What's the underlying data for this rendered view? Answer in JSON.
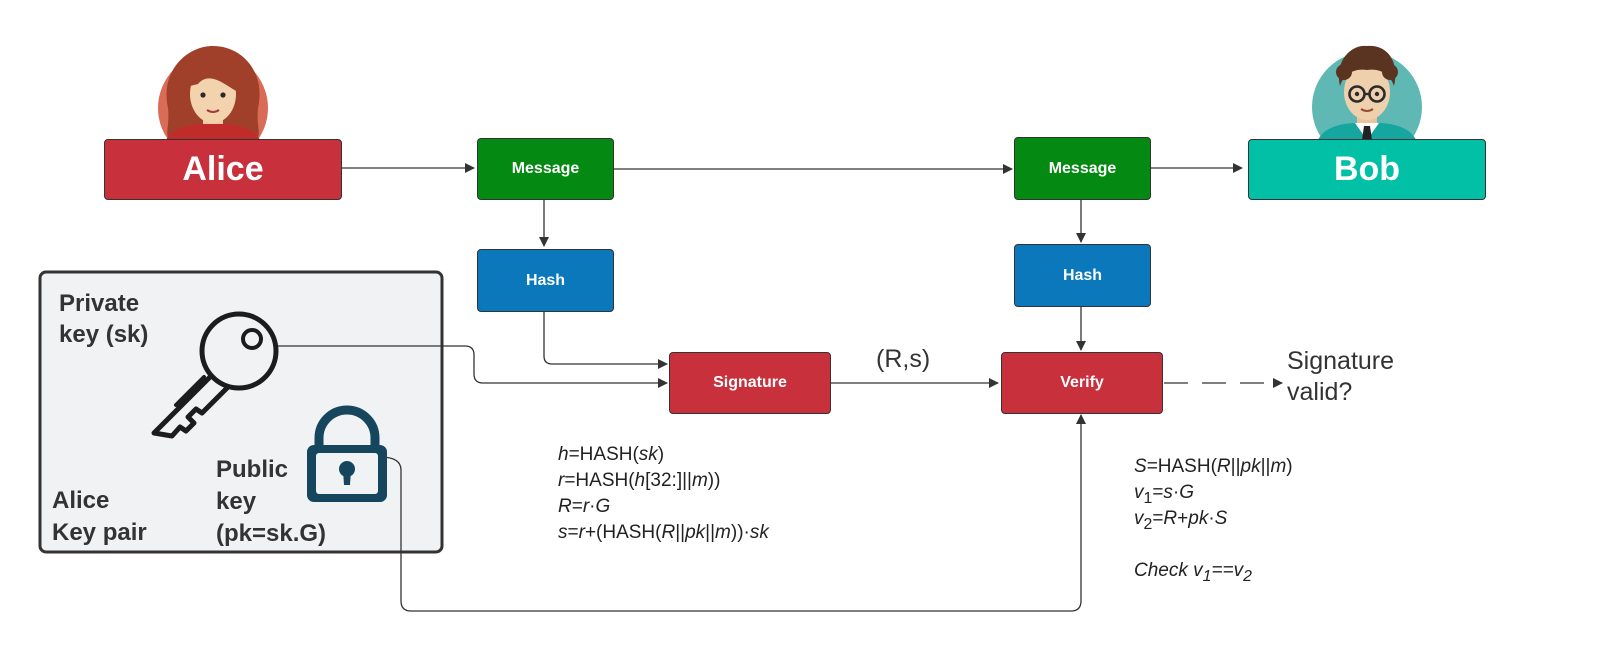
{
  "colors": {
    "alice": "#c8303c",
    "bob": "#02c0a5",
    "message": "#048a12",
    "hash": "#0a78ba",
    "signature": "#c8303c",
    "verify": "#c8303c",
    "keypair_bg": "#f1f2f4",
    "keypair_border": "#333333",
    "key_icon": "#1c1c1c",
    "lock_icon": "#16465e",
    "alice_avatar_bg": "#da6b57",
    "bob_avatar_bg": "#5fb8b3"
  },
  "participants": {
    "alice": "Alice",
    "bob": "Bob"
  },
  "nodes": {
    "alice_message": "Message",
    "alice_hash": "Hash",
    "signature": "Signature",
    "bob_message": "Message",
    "bob_hash": "Hash",
    "verify": "Verify"
  },
  "keypair": {
    "private_key": "Private\nkey (sk)",
    "public_key": "Public\nkey\n(pk=sk.G)",
    "title": "Alice\nKey pair"
  },
  "edge_labels": {
    "signature_output": "(R,s)",
    "result": "Signature\nvalid?"
  },
  "icons": {
    "alice_avatar": "woman-avatar-icon",
    "bob_avatar": "man-with-glasses-avatar-icon",
    "key": "key-icon",
    "lock": "padlock-icon"
  },
  "signing_equations": [
    "<i>h</i>=HASH(<i>sk</i>)",
    "<i>r</i>=HASH(<i>h</i>[32:]||<i>m</i>))",
    "<i>R</i>=<i>r</i>·<i>G</i>",
    "<i>s</i>=<i>r</i>+(HASH(<i>R</i>||<i>pk</i>||<i>m</i>))·<i>sk</i>"
  ],
  "verify_equations": [
    "<i>S</i>=HASH(<i>R</i>||<i>pk</i>||<i>m</i>)",
    "<i>v</i><sub>1</sub>=<i>s</i>·<i>G</i>",
    "<i>v</i><sub>2</sub>=<i>R</i>+<i>pk</i>·<i>S</i>",
    "",
    "<i>Check v<sub>1</sub>==v<sub>2</sub></i>"
  ]
}
